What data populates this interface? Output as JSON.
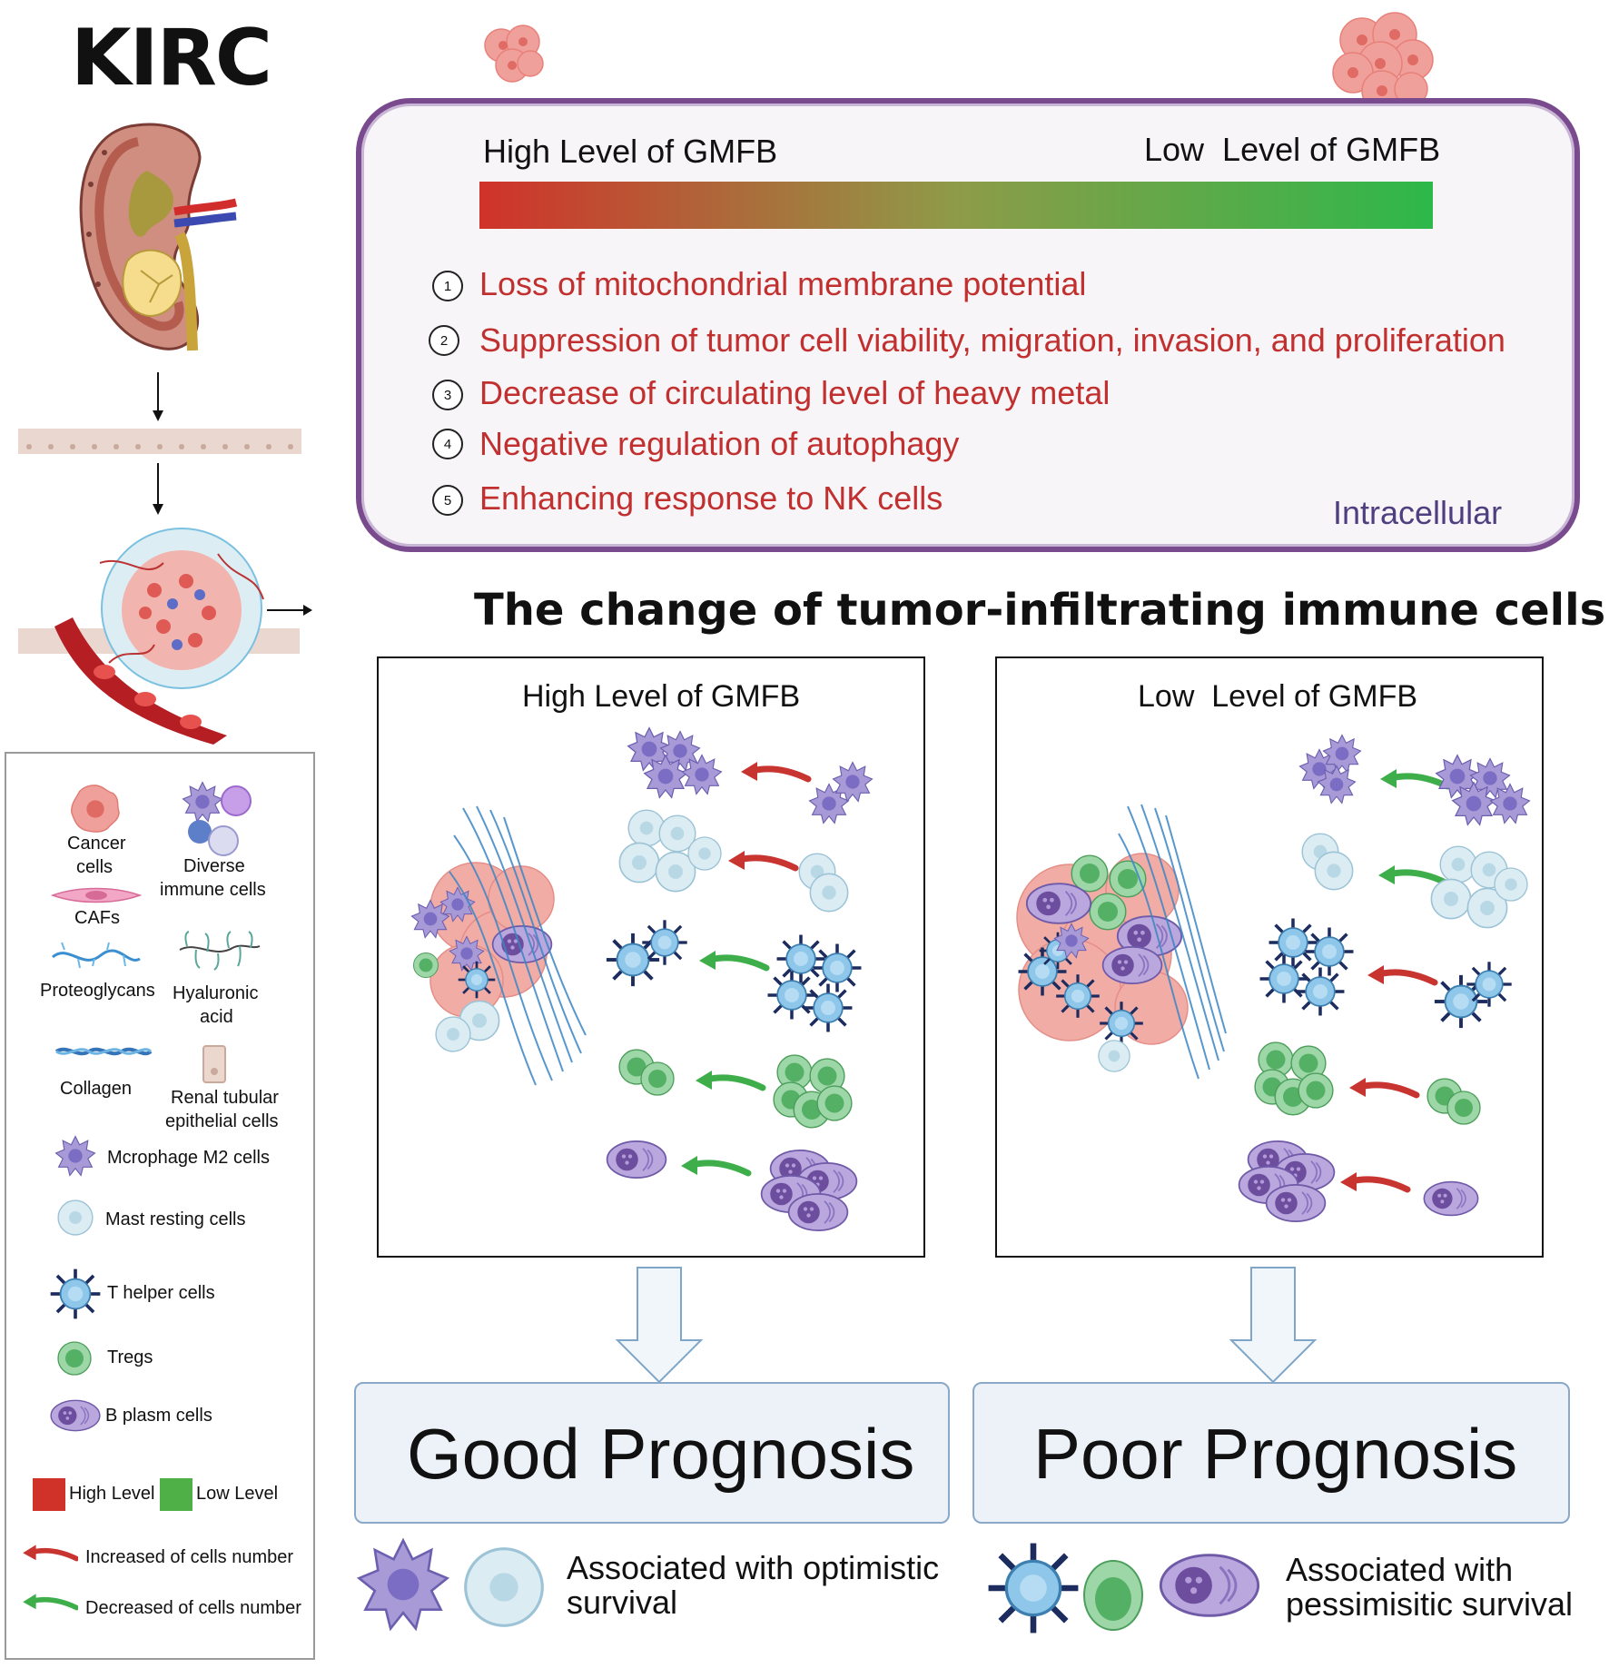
{
  "title": "KIRC",
  "top_panel": {
    "left_label": "High Level of GMFB",
    "right_label": "Low  Level of GMFB",
    "effects": [
      {
        "num": "1",
        "text": "Loss of mitochondrial membrane potential"
      },
      {
        "num": "2",
        "text": "Suppression of tumor cell viability, migration, invasion, and proliferation"
      },
      {
        "num": "3",
        "text": "Decrease of circulating level of heavy metal"
      },
      {
        "num": "4",
        "text": "Negative regulation of autophagy"
      },
      {
        "num": "5",
        "text": "Enhancing response to NK cells"
      }
    ],
    "location": "Intracellular",
    "colors": {
      "high": "#d0322a",
      "low": "#2db84a",
      "border": "#7a4a8e"
    }
  },
  "middle_title": "The change of tumor-infiltrating immune cells",
  "panels": [
    {
      "label": "High Level of GMFB",
      "prognosis": "Good Prognosis",
      "assoc": "Associated with optimistic survival",
      "assoc_l1": "Associated with optimistic",
      "assoc_l2": "survival"
    },
    {
      "label": "Low  Level of GMFB",
      "prognosis": "Poor Prognosis",
      "assoc": "Associated with pessimisitic survival",
      "assoc_l1": "Associated with",
      "assoc_l2": "pessimisitic survival"
    }
  ],
  "legend": {
    "cancer": "Cancer cells",
    "cancer_l1": "Cancer",
    "cancer_l2": "cells",
    "immune_l1": "Diverse",
    "immune_l2": "immune cells",
    "cafs": "CAFs",
    "proteoglycans": "Proteoglycans",
    "hyaluronic_l1": "Hyaluronic",
    "hyaluronic_l2": "acid",
    "collagen": "Collagen",
    "renal_l1": "Renal tubular",
    "renal_l2": "epithelial cells",
    "m2": "Mcrophage M2 cells",
    "mast": "Mast resting cells",
    "th": "T helper  cells",
    "tregs": "Tregs",
    "bplasma": "B plasm cells",
    "high": "High Level",
    "low": "Low Level",
    "increased": "Increased of cells number",
    "decreased": "Decreased of cells number"
  }
}
